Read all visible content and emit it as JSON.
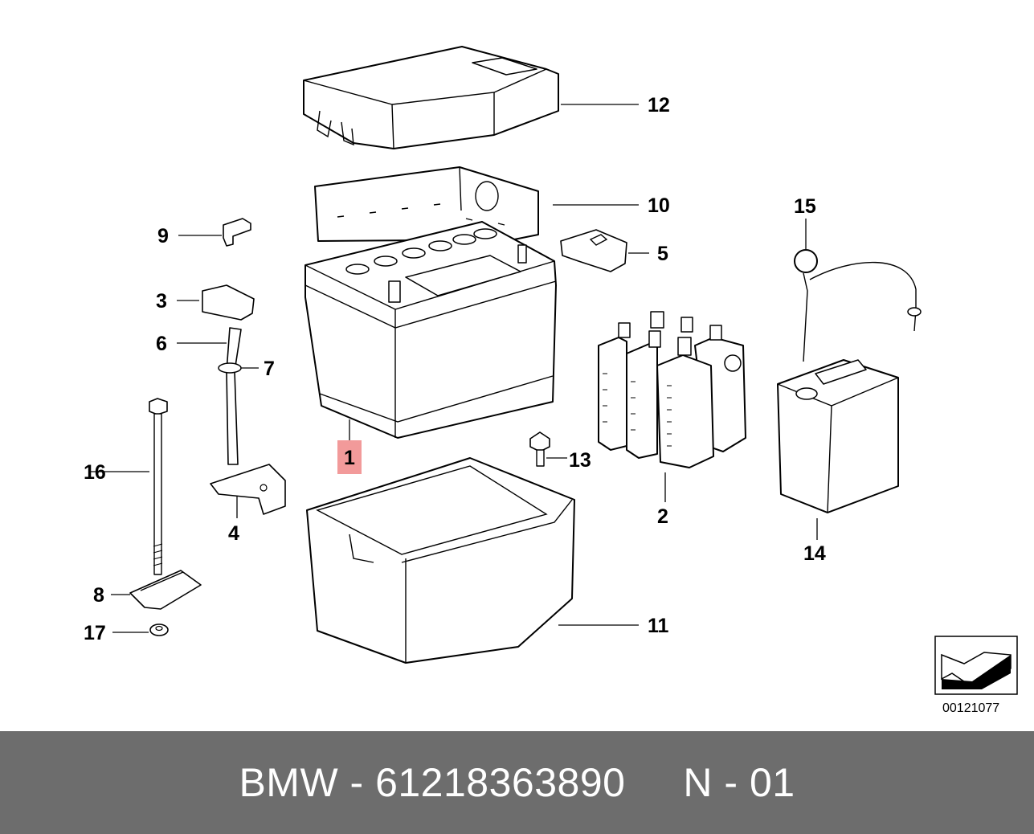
{
  "labels": {
    "p1": "1",
    "p2": "2",
    "p3": "3",
    "p4": "4",
    "p5": "5",
    "p6": "6",
    "p7": "7",
    "p8": "8",
    "p9": "9",
    "p10": "10",
    "p11": "11",
    "p12": "12",
    "p13": "13",
    "p14": "14",
    "p15": "15",
    "p16": "16",
    "p17": "17"
  },
  "highlight": {
    "part": "1",
    "color": "#f29a9a"
  },
  "reference_code": "00121077",
  "footer": {
    "text": "BMW - 61218363890     N - 01",
    "background": "#6d6d6d"
  }
}
